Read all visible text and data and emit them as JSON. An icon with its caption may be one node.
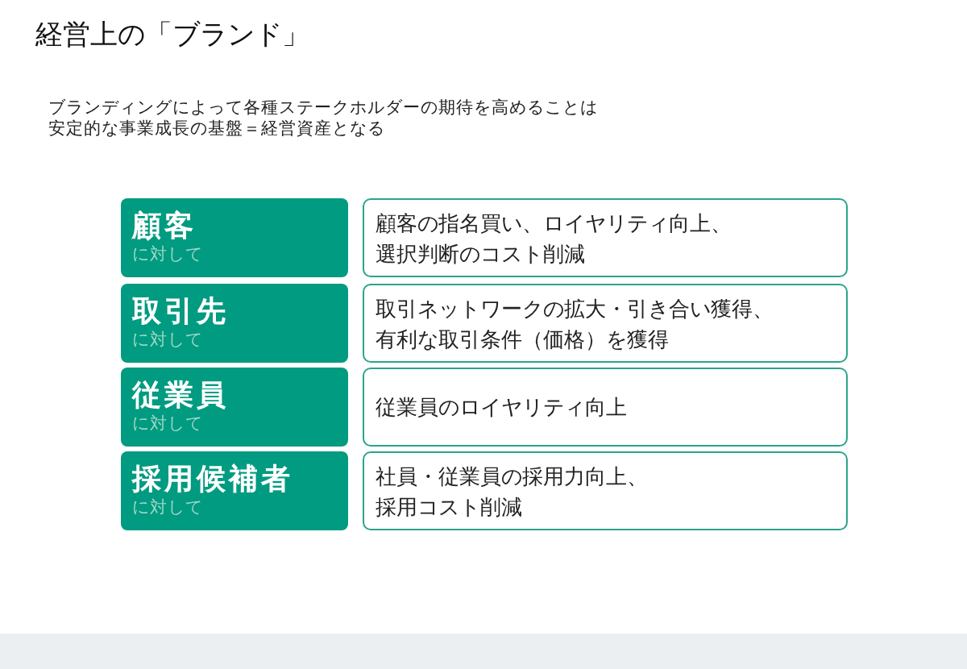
{
  "diagram": {
    "title": "経営上の「ブランド」",
    "nodes": [
      {
        "text": [
          "顧客",
          "に対して"
        ]
      },
      {
        "text": [
          "顧客の指名買い、ロイヤリティ向上、選択判断のコスト削減"
        ]
      },
      {
        "text": [
          "取引先",
          "に対して"
        ]
      },
      {
        "text": [
          "取引ネットワークの拡大・引き合い獲得、有利な取引条件（価格）を獲得"
        ]
      },
      {
        "text": [
          "従業員",
          "に対して"
        ]
      },
      {
        "text": [
          "従業員のロイヤリティ向上"
        ]
      },
      {
        "text": [
          "採用候補者",
          "に対して"
        ]
      },
      {
        "text": [
          "社員・従業員の採用力向上、採用コスト削減"
        ]
      }
    ],
    "labels": [
      "ブランディングによって各種ステークホルダーの期待を高めることは安定的な事業成長の基盤＝経営資産となる"
    ]
  }
}
